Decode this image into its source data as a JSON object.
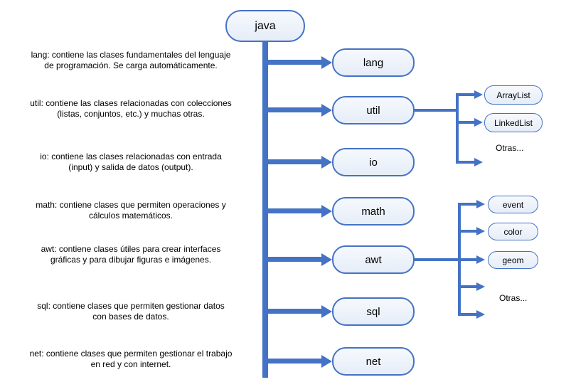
{
  "root": {
    "label": "java"
  },
  "packages": [
    {
      "label": "lang",
      "description": "lang: contiene las clases fundamentales del lenguaje\nde programación. Se carga automáticamente."
    },
    {
      "label": "util",
      "description": "util: contiene las clases relacionadas con colecciones\n(listas, conjuntos, etc.) y muchas otras."
    },
    {
      "label": "io",
      "description": "io: contiene las clases relacionadas con entrada\n(input) y salida de datos (output)."
    },
    {
      "label": "math",
      "description": "math: contiene clases que permiten operaciones y\ncálculos matemáticos."
    },
    {
      "label": "awt",
      "description": "awt: contiene clases útiles para crear interfaces\ngráficas y para dibujar figuras e imágenes."
    },
    {
      "label": "sql",
      "description": "sql: contiene clases que permiten gestionar datos\ncon bases de datos."
    },
    {
      "label": "net",
      "description": "net: contiene clases que permiten gestionar el trabajo\nen red y con internet."
    }
  ],
  "util_children": {
    "items": [
      "ArrayList",
      "LinkedList"
    ],
    "more_label": "Otras..."
  },
  "awt_children": {
    "items": [
      "event",
      "color",
      "geom"
    ],
    "more_label": "Otras..."
  },
  "colors": {
    "connector_blue": "#4472C4",
    "box_border": "#4472C4",
    "box_fill_light": "#EDF2FA",
    "text": "#000000"
  }
}
